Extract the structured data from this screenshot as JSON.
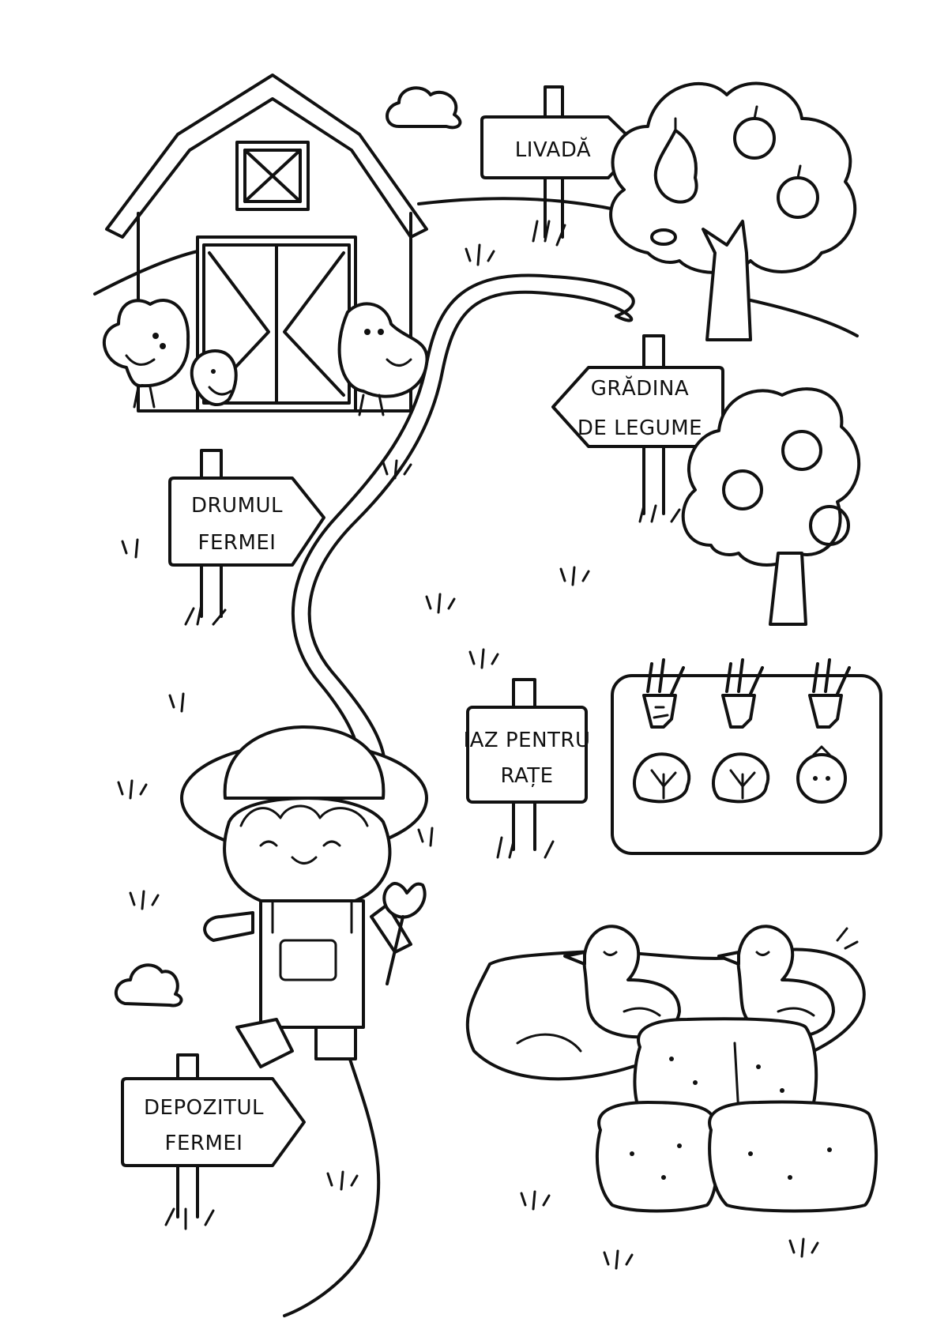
{
  "signs": {
    "orchard": {
      "line1": "LIVADĂ"
    },
    "vegetable_garden": {
      "line1": "GRĂDINA",
      "line2": "DE LEGUME"
    },
    "farm_road": {
      "line1": "DRUMUL",
      "line2": "FERMEI"
    },
    "duck_pond": {
      "line1": "IAZ PENTRU",
      "line2": "RAȚE"
    },
    "farm_depot": {
      "line1": "DEPOZITUL",
      "line2": "FERMEI"
    }
  },
  "colors": {
    "line": "#111111",
    "background": "#ffffff"
  }
}
